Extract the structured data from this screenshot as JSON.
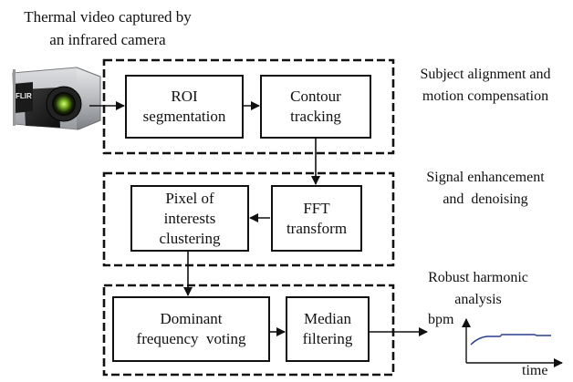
{
  "source": {
    "line1": "Thermal video captured by",
    "line2": "an infrared camera",
    "camera_brand": "FLIR"
  },
  "stage1": {
    "title_line1": "Subject alignment and",
    "title_line2": "motion compensation",
    "roi_line1": "ROI",
    "roi_line2": "segmentation",
    "contour_line1": "Contour",
    "contour_line2": "tracking"
  },
  "stage2": {
    "title_line1": "Signal enhancement",
    "title_line2": "and  denoising",
    "pixel_line1": "Pixel of",
    "pixel_line2": "interests",
    "pixel_line3": "clustering",
    "fft_line1": "FFT",
    "fft_line2": "transform"
  },
  "stage3": {
    "title_line1": "Robust harmonic",
    "title_line2": "analysis",
    "dominant_line1": "Dominant",
    "dominant_line2": "frequency  voting",
    "median_line1": "Median",
    "median_line2": "filtering"
  },
  "output_plot": {
    "y_label": "bpm",
    "x_label": "time",
    "line_color": "#2a3f8f"
  }
}
